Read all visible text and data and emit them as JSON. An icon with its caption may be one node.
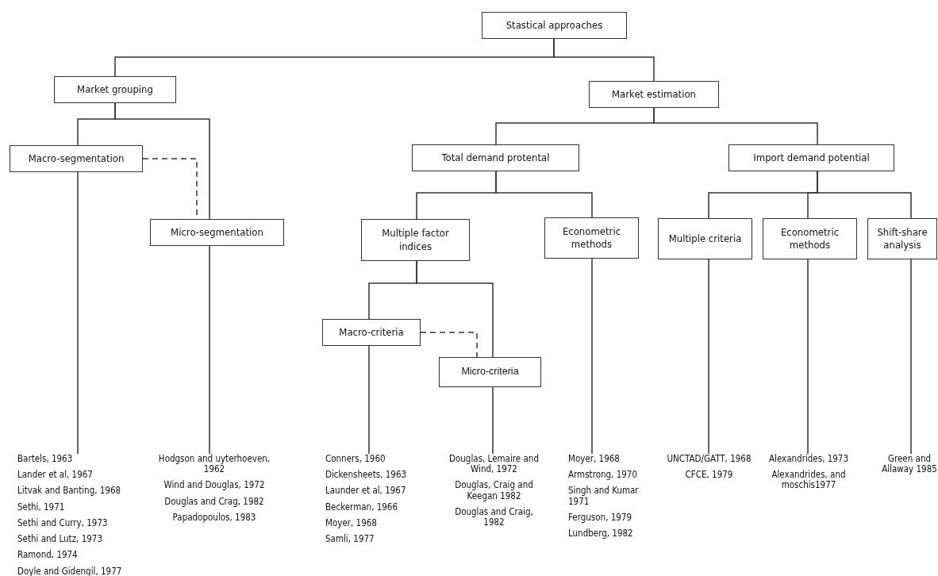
{
  "diagram": {
    "nodes": [
      {
        "text": [
          "Stastical approaches"
        ]
      },
      {
        "text": [
          "Market grouping"
        ]
      },
      {
        "text": [
          "Market estimation"
        ]
      },
      {
        "text": [
          "Macro-segmentation"
        ]
      },
      {
        "text": [
          "Micro-segmentation"
        ]
      },
      {
        "text": [
          "Total demand protental"
        ]
      },
      {
        "text": [
          "Import demand potential"
        ]
      },
      {
        "text": [
          "Multiple factor indices"
        ]
      },
      {
        "text": [
          "Econometric methods"
        ]
      },
      {
        "text": [
          "Multiple criteria"
        ]
      },
      {
        "text": [
          "Econometric methods"
        ]
      },
      {
        "text": [
          "Shift-share analysis"
        ]
      },
      {
        "text": [
          "Macro-criteria"
        ]
      },
      {
        "text": [
          "Micro-criteria"
        ]
      },
      {
        "text": [
          "Bartels, 1963",
          "Lander et al, 1967",
          "Litvak and Banting, 1968",
          "Sethi, 1971",
          "Sethi and Curry, 1973",
          "Sethi and Lutz, 1973",
          "Ramond, 1974",
          "Doyle and Gidengil, 1977"
        ]
      },
      {
        "text": [
          "Hodgson and uyterhoeven, 1962",
          "Wind and Douglas, 1972",
          "Douglas and Crag, 1982",
          "Papadopoulos, 1983"
        ]
      },
      {
        "text": [
          "Conners, 1960",
          "Dickensheets, 1963",
          "Launder et al, 1967",
          "Beckerman, 1966",
          "Moyer, 1968",
          "Samli, 1977"
        ]
      },
      {
        "text": [
          "Douglas, Lemaire and Wind, 1972",
          "Douglas, Craig and Keegan 1982",
          "Douglas and Craig, 1982"
        ]
      },
      {
        "text": [
          "Moyer, 1968",
          "Armstrong, 1970",
          "Singh and Kumar 1971",
          "Ferguson, 1979",
          "Lundberg, 1982"
        ]
      },
      {
        "text": [
          "UNCTAD/GATT, 1968",
          "CFCE, 1979"
        ]
      },
      {
        "text": [
          "Alexandrides, 1973",
          "Alexandrides, and moschis1977"
        ]
      },
      {
        "text": [
          "Green and Allaway 1985"
        ]
      }
    ],
    "edges": [
      {
        "from": 0,
        "to": 1,
        "arrow": "none"
      },
      {
        "from": 0,
        "to": 2,
        "arrow": "none"
      },
      {
        "from": 1,
        "to": 3,
        "arrow": "none"
      },
      {
        "from": 1,
        "to": 4,
        "arrow": "none"
      },
      {
        "from": 3,
        "to": 4,
        "arrow": "none",
        "style": "dashed"
      },
      {
        "from": 2,
        "to": 5,
        "arrow": "none"
      },
      {
        "from": 2,
        "to": 6,
        "arrow": "none"
      },
      {
        "from": 5,
        "to": 7,
        "arrow": "none"
      },
      {
        "from": 5,
        "to": 8,
        "arrow": "none"
      },
      {
        "from": 6,
        "to": 9,
        "arrow": "none"
      },
      {
        "from": 6,
        "to": 10,
        "arrow": "none"
      },
      {
        "from": 6,
        "to": 11,
        "arrow": "none"
      },
      {
        "from": 7,
        "to": 12,
        "arrow": "none"
      },
      {
        "from": 7,
        "to": 13,
        "arrow": "none"
      },
      {
        "from": 12,
        "to": 13,
        "arrow": "none",
        "style": "dashed"
      },
      {
        "from": 3,
        "to": 14,
        "arrow": "none"
      },
      {
        "from": 4,
        "to": 15,
        "arrow": "none"
      },
      {
        "from": 12,
        "to": 16,
        "arrow": "none"
      },
      {
        "from": 13,
        "to": 17,
        "arrow": "none"
      },
      {
        "from": 8,
        "to": 18,
        "arrow": "none"
      },
      {
        "from": 9,
        "to": 19,
        "arrow": "none"
      },
      {
        "from": 10,
        "to": 20,
        "arrow": "none"
      },
      {
        "from": 11,
        "to": 21,
        "arrow": "none"
      }
    ]
  }
}
